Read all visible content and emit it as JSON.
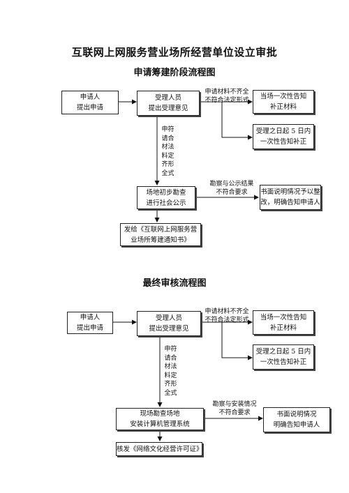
{
  "title": "互联网上网服务营业场所经营单位设立审批",
  "section1": {
    "heading": "申请筹建阶段流程图",
    "applicant": [
      "申请人",
      "提出申请"
    ],
    "accept": [
      "受理人员",
      "提出受理意见"
    ],
    "cond_incomplete": [
      "申请材料不齐全",
      "不符合法定形式"
    ],
    "notify_once": [
      "当场一次性告知",
      "补正材料"
    ],
    "notify_5days": [
      "受理之日起 5 日内",
      "一次性告知补正"
    ],
    "cond_complete": "申符请合材法料定齐形全式",
    "inspect": [
      "场地初步勘查",
      "进行社会公示"
    ],
    "cond_fail": [
      "勘察与公示结果",
      "不符合要求"
    ],
    "reject": [
      "书面说明情况予以整",
      "改，明确告知申请人"
    ],
    "issue": [
      "发给《互联网上网服务营",
      "业场所筹建通知书》"
    ]
  },
  "section2": {
    "heading": "最终审核流程图",
    "applicant": [
      "申请人",
      "提出申请"
    ],
    "accept": [
      "受理人员",
      "提出受理意见"
    ],
    "cond_incomplete": [
      "申请材料不齐全",
      "不符合法定形式"
    ],
    "notify_once": [
      "当场一次性告知",
      "补正材料"
    ],
    "notify_5days": [
      "受理之日起 5 日内",
      "一次性告知补正"
    ],
    "cond_complete": "申符请合材法料定齐形全式",
    "inspect": [
      "现场勘查场地",
      "安装计算机管理系统"
    ],
    "cond_fail": [
      "勘察与安装情况",
      "不符合要求"
    ],
    "reject": [
      "书面说明情况",
      "明确告知申请人"
    ],
    "issue": [
      "核发《网络文化经营许可证》"
    ]
  }
}
